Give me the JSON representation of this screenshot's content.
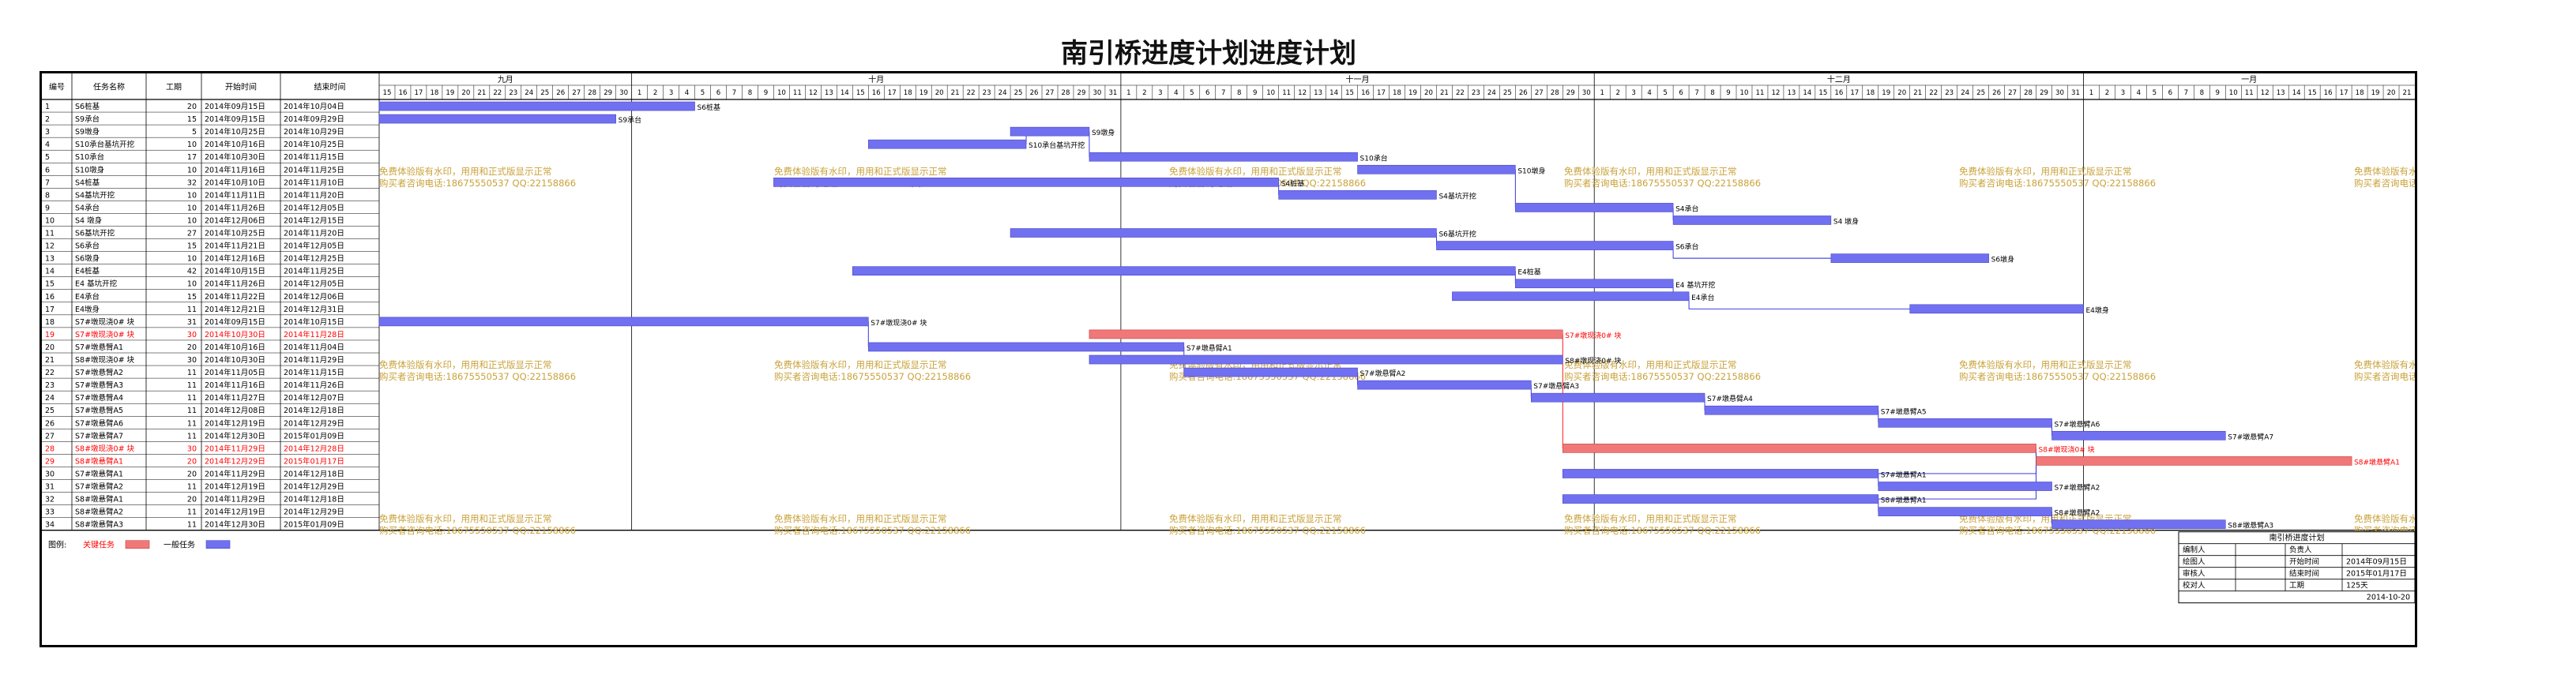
{
  "title": "南引桥进度计划进度计划",
  "table_headers": {
    "id": "编号",
    "name": "任务名称",
    "dur": "工期",
    "start": "开始时间",
    "end": "结束时间"
  },
  "legend": {
    "label": "图例:",
    "critical": "关键任务",
    "normal": "一般任务",
    "critical_color": "#f07878",
    "normal_color": "#7070f0"
  },
  "colors": {
    "grid": "#000000",
    "normal": "#7070f0",
    "critical": "#f07878",
    "critical_text": "#ff0000",
    "watermark": "#c9a23a",
    "link": "#2222dd"
  },
  "watermark": {
    "line1": "免费体验版有水印，用用和正式版显示正常",
    "line2": "购买者咨询电话:18675550537 QQ:22158866"
  },
  "months": [
    {
      "label": "九月",
      "days": [
        15,
        16,
        17,
        18,
        19,
        20,
        21,
        22,
        23,
        24,
        25,
        26,
        27,
        28,
        29,
        30
      ]
    },
    {
      "label": "十月",
      "days": [
        1,
        2,
        3,
        4,
        5,
        6,
        7,
        8,
        9,
        10,
        11,
        12,
        13,
        14,
        15,
        16,
        17,
        18,
        19,
        20,
        21,
        22,
        23,
        24,
        25,
        26,
        27,
        28,
        29,
        30,
        31
      ]
    },
    {
      "label": "十一月",
      "days": [
        1,
        2,
        3,
        4,
        5,
        6,
        7,
        8,
        9,
        10,
        11,
        12,
        13,
        14,
        15,
        16,
        17,
        18,
        19,
        20,
        21,
        22,
        23,
        24,
        25,
        26,
        27,
        28,
        29,
        30
      ]
    },
    {
      "label": "十二月",
      "days": [
        1,
        2,
        3,
        4,
        5,
        6,
        7,
        8,
        9,
        10,
        11,
        12,
        13,
        14,
        15,
        16,
        17,
        18,
        19,
        20,
        21,
        22,
        23,
        24,
        25,
        26,
        27,
        28,
        29,
        30,
        31
      ]
    },
    {
      "label": "一月",
      "days": [
        1,
        2,
        3,
        4,
        5,
        6,
        7,
        8,
        9,
        10,
        11,
        12,
        13,
        14,
        15,
        16,
        17,
        18,
        19,
        20,
        21
      ]
    }
  ],
  "chart_data": {
    "type": "gantt",
    "title": "南引桥进度计划进度计划",
    "time_range": [
      "2014年09月15日",
      "2015年01月21日"
    ],
    "tasks": [
      {
        "id": "1",
        "name": "S6桩基",
        "dur": "20",
        "start": "2014年09月15日",
        "end": "2014年10月04日",
        "s": 0,
        "d": 20,
        "crit": false
      },
      {
        "id": "2",
        "name": "S9承台",
        "dur": "15",
        "start": "2014年09月15日",
        "end": "2014年09月29日",
        "s": 0,
        "d": 15,
        "crit": false
      },
      {
        "id": "3",
        "name": "S9墩身",
        "dur": "5",
        "start": "2014年10月25日",
        "end": "2014年10月29日",
        "s": 40,
        "d": 5,
        "crit": false
      },
      {
        "id": "4",
        "name": "S10承台基坑开挖",
        "dur": "10",
        "start": "2014年10月16日",
        "end": "2014年10月25日",
        "s": 31,
        "d": 10,
        "crit": false
      },
      {
        "id": "5",
        "name": "S10承台",
        "dur": "17",
        "start": "2014年10月30日",
        "end": "2014年11月15日",
        "s": 45,
        "d": 17,
        "crit": false
      },
      {
        "id": "6",
        "name": "S10墩身",
        "dur": "10",
        "start": "2014年11月16日",
        "end": "2014年11月25日",
        "s": 62,
        "d": 10,
        "crit": false
      },
      {
        "id": "7",
        "name": "S4桩基",
        "dur": "32",
        "start": "2014年10月10日",
        "end": "2014年11月10日",
        "s": 25,
        "d": 32,
        "crit": false
      },
      {
        "id": "8",
        "name": "S4基坑开挖",
        "dur": "10",
        "start": "2014年11月11日",
        "end": "2014年11月20日",
        "s": 57,
        "d": 10,
        "crit": false
      },
      {
        "id": "9",
        "name": "S4承台",
        "dur": "10",
        "start": "2014年11月26日",
        "end": "2014年12月05日",
        "s": 72,
        "d": 10,
        "crit": false
      },
      {
        "id": "10",
        "name": "S4 墩身",
        "dur": "10",
        "start": "2014年12月06日",
        "end": "2014年12月15日",
        "s": 82,
        "d": 10,
        "crit": false
      },
      {
        "id": "11",
        "name": "S6基坑开挖",
        "dur": "27",
        "start": "2014年10月25日",
        "end": "2014年11月20日",
        "s": 40,
        "d": 27,
        "crit": false
      },
      {
        "id": "12",
        "name": "S6承台",
        "dur": "15",
        "start": "2014年11月21日",
        "end": "2014年12月05日",
        "s": 67,
        "d": 15,
        "crit": false
      },
      {
        "id": "13",
        "name": "S6墩身",
        "dur": "10",
        "start": "2014年12月16日",
        "end": "2014年12月25日",
        "s": 92,
        "d": 10,
        "crit": false
      },
      {
        "id": "14",
        "name": "E4桩基",
        "dur": "42",
        "start": "2014年10月15日",
        "end": "2014年11月25日",
        "s": 30,
        "d": 42,
        "crit": false
      },
      {
        "id": "15",
        "name": "E4 基坑开挖",
        "dur": "10",
        "start": "2014年11月26日",
        "end": "2014年12月05日",
        "s": 72,
        "d": 10,
        "crit": false
      },
      {
        "id": "16",
        "name": "E4承台",
        "dur": "15",
        "start": "2014年11月22日",
        "end": "2014年12月06日",
        "s": 68,
        "d": 15,
        "crit": false
      },
      {
        "id": "17",
        "name": "E4墩身",
        "dur": "11",
        "start": "2014年12月21日",
        "end": "2014年12月31日",
        "s": 97,
        "d": 11,
        "crit": false
      },
      {
        "id": "18",
        "name": "S7#墩现浇0# 块",
        "dur": "31",
        "start": "2014年09月15日",
        "end": "2014年10月15日",
        "s": 0,
        "d": 31,
        "crit": false
      },
      {
        "id": "19",
        "name": "S7#墩现浇0# 块",
        "dur": "30",
        "start": "2014年10月30日",
        "end": "2014年11月28日",
        "s": 45,
        "d": 30,
        "crit": true
      },
      {
        "id": "20",
        "name": "S7#墩悬臂A1",
        "dur": "20",
        "start": "2014年10月16日",
        "end": "2014年11月04日",
        "s": 31,
        "d": 20,
        "crit": false
      },
      {
        "id": "21",
        "name": "S8#墩现浇0# 块",
        "dur": "30",
        "start": "2014年10月30日",
        "end": "2014年11月29日",
        "s": 45,
        "d": 30,
        "crit": false
      },
      {
        "id": "22",
        "name": "S7#墩悬臂A2",
        "dur": "11",
        "start": "2014年11月05日",
        "end": "2014年11月15日",
        "s": 51,
        "d": 11,
        "crit": false
      },
      {
        "id": "23",
        "name": "S7#墩悬臂A3",
        "dur": "11",
        "start": "2014年11月16日",
        "end": "2014年11月26日",
        "s": 62,
        "d": 11,
        "crit": false
      },
      {
        "id": "24",
        "name": "S7#墩悬臂A4",
        "dur": "11",
        "start": "2014年11月27日",
        "end": "2014年12月07日",
        "s": 73,
        "d": 11,
        "crit": false
      },
      {
        "id": "25",
        "name": "S7#墩悬臂A5",
        "dur": "11",
        "start": "2014年12月08日",
        "end": "2014年12月18日",
        "s": 84,
        "d": 11,
        "crit": false
      },
      {
        "id": "26",
        "name": "S7#墩悬臂A6",
        "dur": "11",
        "start": "2014年12月19日",
        "end": "2014年12月29日",
        "s": 95,
        "d": 11,
        "crit": false
      },
      {
        "id": "27",
        "name": "S7#墩悬臂A7",
        "dur": "11",
        "start": "2014年12月30日",
        "end": "2015年01月09日",
        "s": 106,
        "d": 11,
        "crit": false
      },
      {
        "id": "28",
        "name": "S8#墩现浇0# 块",
        "dur": "30",
        "start": "2014年11月29日",
        "end": "2014年12月28日",
        "s": 75,
        "d": 30,
        "crit": true
      },
      {
        "id": "29",
        "name": "S8#墩悬臂A1",
        "dur": "20",
        "start": "2014年12月29日",
        "end": "2015年01月17日",
        "s": 105,
        "d": 20,
        "crit": true
      },
      {
        "id": "30",
        "name": "S7#墩悬臂A1",
        "dur": "20",
        "start": "2014年11月29日",
        "end": "2014年12月18日",
        "s": 75,
        "d": 20,
        "crit": false
      },
      {
        "id": "31",
        "name": "S7#墩悬臂A2",
        "dur": "11",
        "start": "2014年12月19日",
        "end": "2014年12月29日",
        "s": 95,
        "d": 11,
        "crit": false
      },
      {
        "id": "32",
        "name": "S8#墩悬臂A1",
        "dur": "20",
        "start": "2014年11月29日",
        "end": "2014年12月18日",
        "s": 75,
        "d": 20,
        "crit": false
      },
      {
        "id": "33",
        "name": "S8#墩悬臂A2",
        "dur": "11",
        "start": "2014年12月19日",
        "end": "2014年12月29日",
        "s": 95,
        "d": 11,
        "crit": false
      },
      {
        "id": "34",
        "name": "S8#墩悬臂A3",
        "dur": "11",
        "start": "2014年12月30日",
        "end": "2015年01月09日",
        "s": 106,
        "d": 11,
        "crit": false
      }
    ]
  },
  "info_table": {
    "title": "南引桥进度计划",
    "rows": [
      [
        "编制人",
        "",
        "负责人",
        ""
      ],
      [
        "绘图人",
        "",
        "开始时间",
        "2014年09月15日"
      ],
      [
        "审核人",
        "",
        "结束时间",
        "2015年01月17日"
      ],
      [
        "校对人",
        "",
        "工期",
        "125天"
      ]
    ],
    "footer": "2014-10-20"
  }
}
